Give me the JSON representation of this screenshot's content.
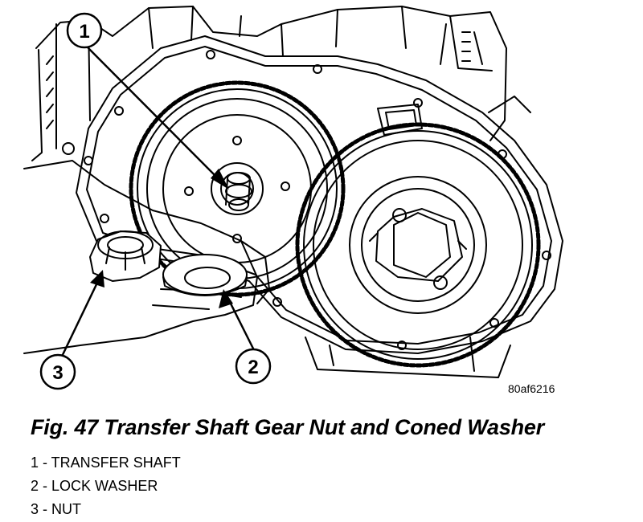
{
  "figure": {
    "code": "80af6216",
    "caption": "Fig. 47 Transfer Shaft Gear Nut and Coned Washer"
  },
  "callouts": [
    {
      "number": "1",
      "part": "TRANSFER SHAFT"
    },
    {
      "number": "2",
      "part": "LOCK WASHER"
    },
    {
      "number": "3",
      "part": "NUT"
    }
  ],
  "legend": [
    "1 - TRANSFER SHAFT",
    "2 - LOCK WASHER",
    "3 - NUT"
  ]
}
